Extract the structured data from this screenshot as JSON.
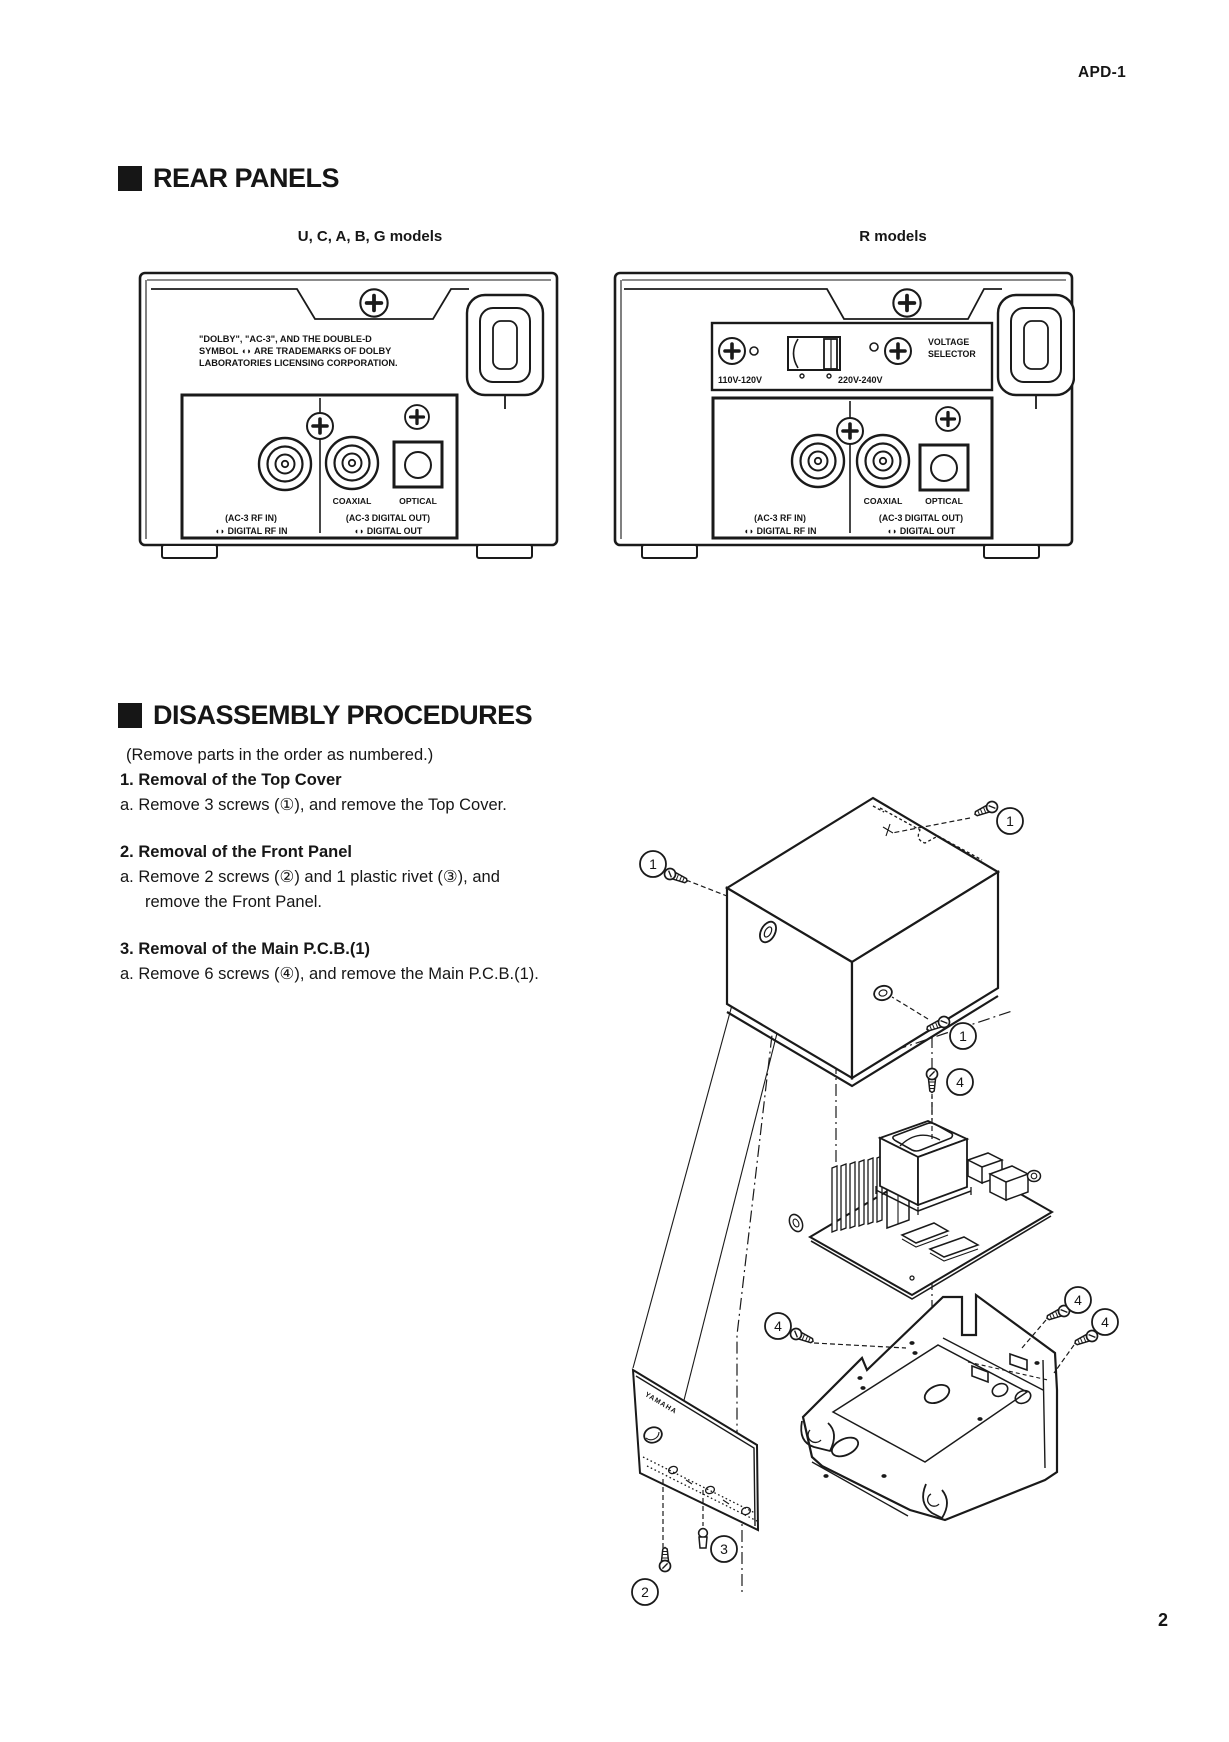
{
  "page": {
    "doc_code": "APD-1",
    "page_number": "2"
  },
  "rear_panels": {
    "section_title": "REAR PANELS",
    "left_model_label": "U, C, A, B, G models",
    "right_model_label": "R models",
    "trademark_line1": "\"DOLBY\", \"AC-3\", AND THE DOUBLE-D",
    "trademark_line2": "SYMBOL ◖◗ ARE TRADEMARKS OF DOLBY",
    "trademark_line3": "LABORATORIES LICENSING CORPORATION.",
    "voltage": {
      "label_line1": "VOLTAGE",
      "label_line2": "SELECTOR",
      "range_low": "110V-120V",
      "range_high": "220V-240V"
    },
    "connectors": {
      "coaxial": "COAXIAL",
      "optical": "OPTICAL",
      "rf_in_sub": "(AC-3 RF IN)",
      "rf_in_label": "◖◗ DIGITAL RF IN",
      "out_sub": "(AC-3 DIGITAL OUT)",
      "out_label": "◖◗ DIGITAL OUT"
    }
  },
  "disassembly": {
    "section_title": "DISASSEMBLY PROCEDURES",
    "intro": "(Remove parts in the order as numbered.)",
    "steps": [
      {
        "no": "1.",
        "title": "Removal of the Top Cover",
        "lines": [
          "a. Remove 3 screws (①), and remove the Top Cover."
        ]
      },
      {
        "no": "2.",
        "title": "Removal of the Front Panel",
        "lines": [
          "a. Remove 2 screws (②) and 1 plastic rivet (③), and",
          "remove the Front Panel."
        ]
      },
      {
        "no": "3.",
        "title": "Removal of the Main P.C.B.(1)",
        "lines": [
          "a. Remove 6 screws (④), and remove the Main P.C.B.(1)."
        ]
      }
    ]
  },
  "figure": {
    "callout_1": "1",
    "callout_2": "2",
    "callout_3": "3",
    "callout_4": "4",
    "front_panel_brand": "YAMAHA"
  }
}
